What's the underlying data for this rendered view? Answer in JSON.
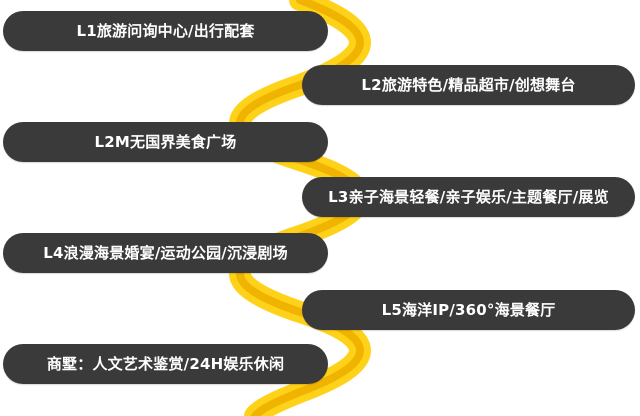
{
  "colors": {
    "bar": "#3a3a3a",
    "text": "#ffffff",
    "ribbon_outer": "#ffd21a",
    "ribbon_inner": "#f0b400"
  },
  "floors": [
    {
      "label": "L1旅游问询中心/出行配套",
      "side": "left"
    },
    {
      "label": "L2旅游特色/精品超市/创想舞台",
      "side": "right"
    },
    {
      "label": "L2M无国界美食广场",
      "side": "left"
    },
    {
      "label": "L3亲子海景轻餐/亲子娱乐/主题餐厅/展览",
      "side": "right"
    },
    {
      "label": "L4浪漫海景婚宴/运动公园/沉浸剧场",
      "side": "left"
    },
    {
      "label": "L5海洋IP/360°海景餐厅",
      "side": "right"
    },
    {
      "label": "商墅：人文艺术鉴赏/24H娱乐休闲",
      "side": "left"
    }
  ]
}
